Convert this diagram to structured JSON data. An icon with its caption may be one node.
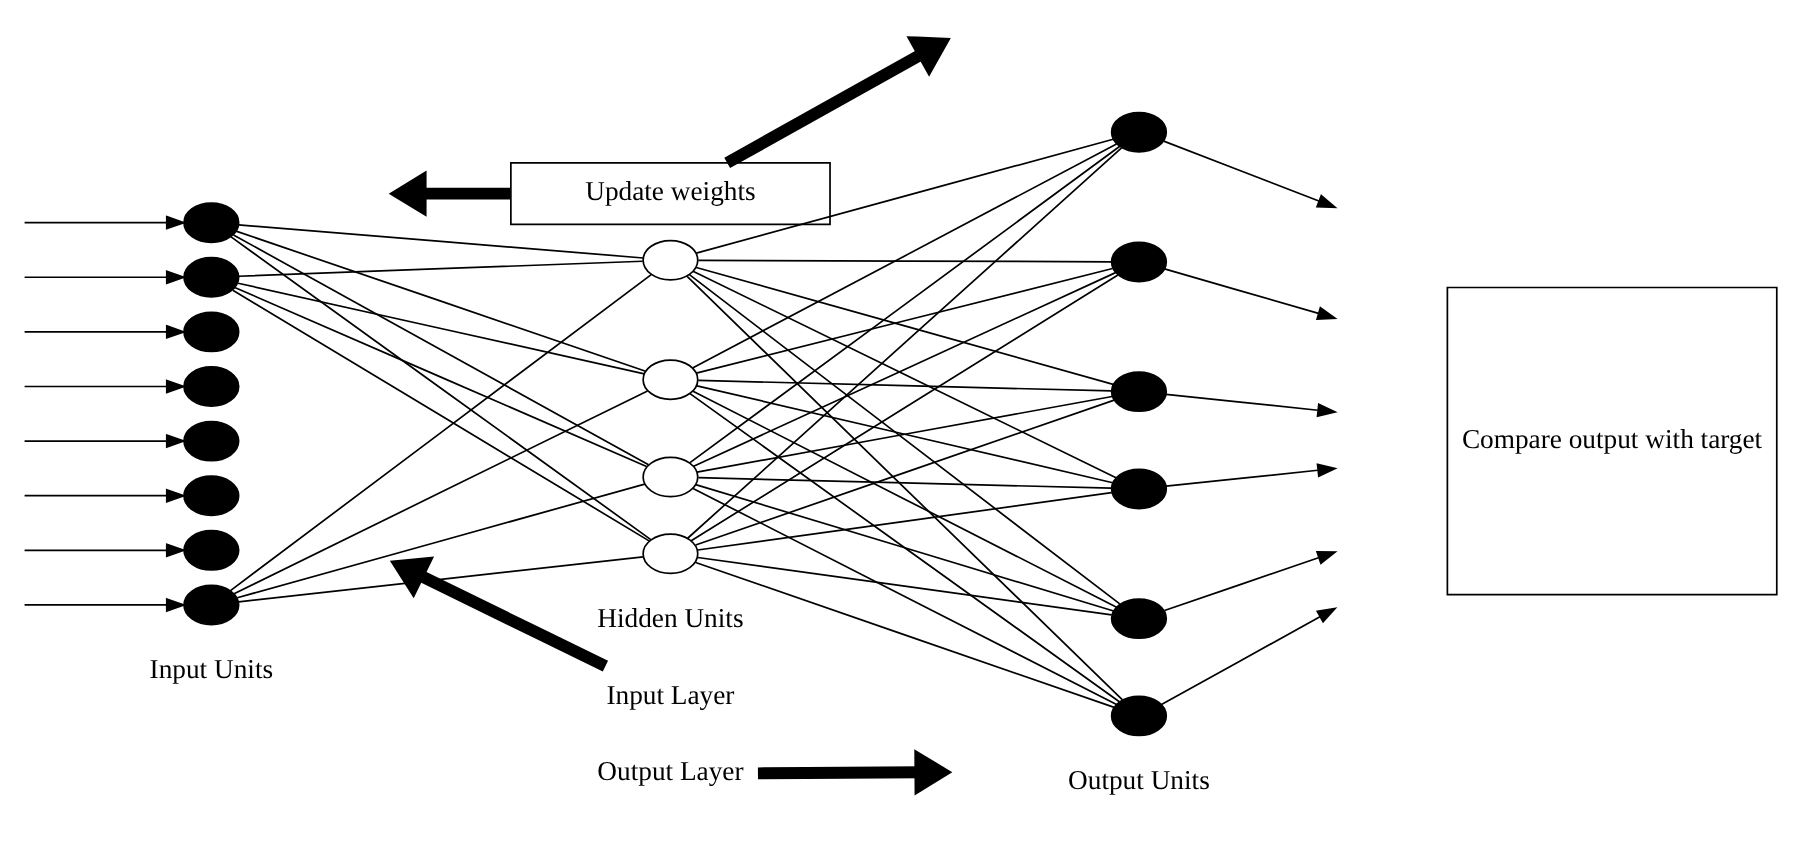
{
  "diagram": {
    "nodes": [
      {
        "text": [
          "Update weights"
        ]
      },
      {
        "text": [],
        "shape": "ellipse"
      },
      {
        "text": [],
        "shape": "ellipse"
      },
      {
        "text": [],
        "shape": "ellipse"
      },
      {
        "text": [],
        "shape": "ellipse"
      },
      {
        "text": [],
        "shape": "ellipse"
      },
      {
        "text": [],
        "shape": "ellipse"
      },
      {
        "text": [],
        "shape": "ellipse"
      },
      {
        "text": [],
        "shape": "ellipse"
      },
      {
        "text": [],
        "shape": "ellipse"
      },
      {
        "text": [],
        "shape": "ellipse"
      },
      {
        "text": [],
        "shape": "ellipse"
      },
      {
        "text": [],
        "shape": "ellipse"
      },
      {
        "text": [],
        "shape": "ellipse"
      },
      {
        "text": [],
        "shape": "ellipse"
      },
      {
        "text": [],
        "shape": "ellipse"
      },
      {
        "text": [],
        "shape": "ellipse"
      },
      {
        "text": [],
        "shape": "ellipse"
      },
      {
        "text": [],
        "shape": "ellipse"
      },
      {
        "text": [
          "Input Layer"
        ]
      },
      {
        "text": [
          "Output Layer"
        ]
      },
      {
        "text": [
          "Compare output with target"
        ]
      }
    ],
    "edges": [
      {
        "from": null,
        "to": 1,
        "arrow": "to"
      },
      {
        "from": null,
        "to": 2,
        "arrow": "to"
      },
      {
        "from": null,
        "to": 3,
        "arrow": "to"
      },
      {
        "from": null,
        "to": 4,
        "arrow": "to"
      },
      {
        "from": null,
        "to": 5,
        "arrow": "to"
      },
      {
        "from": null,
        "to": 6,
        "arrow": "to"
      },
      {
        "from": null,
        "to": 7,
        "arrow": "to"
      },
      {
        "from": null,
        "to": 8,
        "arrow": "to"
      },
      {
        "from": 1,
        "to": 9,
        "arrow": "none"
      },
      {
        "from": 1,
        "to": 10,
        "arrow": "none"
      },
      {
        "from": 1,
        "to": 11,
        "arrow": "none"
      },
      {
        "from": 1,
        "to": 12,
        "arrow": "none"
      },
      {
        "from": 2,
        "to": 9,
        "arrow": "none"
      },
      {
        "from": 2,
        "to": 10,
        "arrow": "none"
      },
      {
        "from": 2,
        "to": 11,
        "arrow": "none"
      },
      {
        "from": 2,
        "to": 12,
        "arrow": "none"
      },
      {
        "from": 8,
        "to": 9,
        "arrow": "none"
      },
      {
        "from": 8,
        "to": 10,
        "arrow": "none"
      },
      {
        "from": 8,
        "to": 11,
        "arrow": "none"
      },
      {
        "from": 8,
        "to": 12,
        "arrow": "none"
      },
      {
        "from": 9,
        "to": 13,
        "arrow": "none"
      },
      {
        "from": 9,
        "to": 14,
        "arrow": "none"
      },
      {
        "from": 9,
        "to": 15,
        "arrow": "none"
      },
      {
        "from": 9,
        "to": 16,
        "arrow": "none"
      },
      {
        "from": 9,
        "to": 17,
        "arrow": "none"
      },
      {
        "from": 9,
        "to": 18,
        "arrow": "none"
      },
      {
        "from": 10,
        "to": 13,
        "arrow": "none"
      },
      {
        "from": 10,
        "to": 14,
        "arrow": "none"
      },
      {
        "from": 10,
        "to": 15,
        "arrow": "none"
      },
      {
        "from": 10,
        "to": 16,
        "arrow": "none"
      },
      {
        "from": 10,
        "to": 17,
        "arrow": "none"
      },
      {
        "from": 10,
        "to": 18,
        "arrow": "none"
      },
      {
        "from": 11,
        "to": 13,
        "arrow": "none"
      },
      {
        "from": 11,
        "to": 14,
        "arrow": "none"
      },
      {
        "from": 11,
        "to": 15,
        "arrow": "none"
      },
      {
        "from": 11,
        "to": 16,
        "arrow": "none"
      },
      {
        "from": 11,
        "to": 17,
        "arrow": "none"
      },
      {
        "from": 11,
        "to": 18,
        "arrow": "none"
      },
      {
        "from": 12,
        "to": 13,
        "arrow": "none"
      },
      {
        "from": 12,
        "to": 14,
        "arrow": "none"
      },
      {
        "from": 12,
        "to": 15,
        "arrow": "none"
      },
      {
        "from": 12,
        "to": 16,
        "arrow": "none"
      },
      {
        "from": 12,
        "to": 17,
        "arrow": "none"
      },
      {
        "from": 12,
        "to": 18,
        "arrow": "none"
      },
      {
        "from": 13,
        "to": null,
        "arrow": "to"
      },
      {
        "from": 14,
        "to": null,
        "arrow": "to"
      },
      {
        "from": 15,
        "to": null,
        "arrow": "to"
      },
      {
        "from": 16,
        "to": null,
        "arrow": "to"
      },
      {
        "from": 17,
        "to": null,
        "arrow": "to"
      },
      {
        "from": 18,
        "to": null,
        "arrow": "to"
      },
      {
        "from": 0,
        "to": null,
        "arrow": "to",
        "style": "thick"
      },
      {
        "from": 0,
        "to": null,
        "arrow": "to",
        "style": "thick"
      },
      {
        "from": 19,
        "to": null,
        "arrow": "to",
        "style": "thick"
      },
      {
        "from": 20,
        "to": null,
        "arrow": "to",
        "style": "thick"
      }
    ],
    "labels": [
      "Input Units",
      "Hidden Units",
      "Output Units"
    ]
  }
}
